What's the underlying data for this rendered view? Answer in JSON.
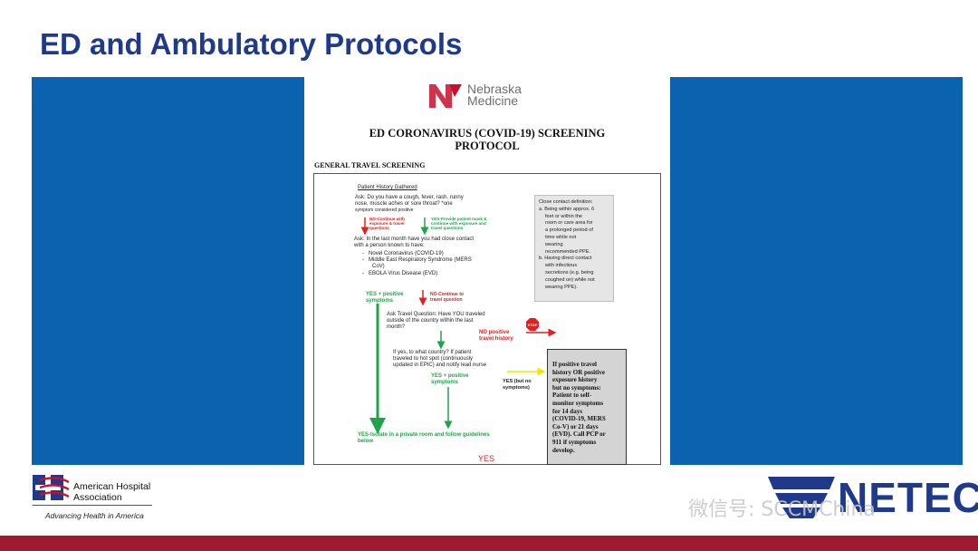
{
  "slide": {
    "title": "ED and Ambulatory Protocols"
  },
  "document": {
    "logo_text_line1": "Nebraska",
    "logo_text_line2": "Medicine",
    "title_line1": "ED CORONAVIRUS (COVID-19) SCREENING",
    "title_line2": "PROTOCOL",
    "section": "GENERAL TRAVEL SCREENING",
    "flow": {
      "header": "Patient History Gathered",
      "q1_line1": "Ask: Do you have a cough, fever, rash, runny",
      "q1_line2": "nose, muscle aches or sore throat? *one",
      "q1_line3": "symptom considered positive",
      "no_continue_1": "NO-Continue with",
      "no_continue_2": "exposure & travel",
      "no_continue_3": "questions",
      "yes_mask_1": "YES-Provide patient mask &",
      "yes_mask_2": "continue with exposure and",
      "yes_mask_3": "travel questions",
      "q2_line1": "Ask: In the last month have you had close contact",
      "q2_line2": "with a person known to have:",
      "disease_1": "Novel Coronavirus (COVID-19)",
      "disease_2": "Middle East Respiratory Syndrome (MERS",
      "disease_2b": "CoV)",
      "disease_3": "EBOLA Virus Disease (EVD)",
      "yes_positive_1": "YES + positive",
      "yes_positive_2": "symptoms",
      "no_travel_1": "NO-Continue to",
      "no_travel_2": "travel question",
      "q3_line1": "Ask Travel Question: Have YOU traveled",
      "q3_line2": "outside of the country within the last",
      "q3_line3": "month?",
      "stop_label": "STOP",
      "no_positive_1": "NO positive",
      "no_positive_2": "travel history",
      "q4_line1": "If yes, to what country? If patient",
      "q4_line2": "traveled to hot spot (continuously",
      "q4_line3": "updated in EPIC) and notify lead nurse",
      "yes_positive_b1": "YES + positive",
      "yes_positive_b2": "symptoms",
      "yes_but_1": "YES (but no",
      "yes_but_2": "symptoms)",
      "isolate_1": "YES-Isolate in a private room and follow guidelines",
      "isolate_2": "below",
      "yes_bottom": "YES"
    },
    "close_contact": {
      "l1": "Close contact definition:",
      "l2": "a. Being within approx. 6",
      "l3": "feet or within the",
      "l4": "room or care area for",
      "l5": "a prolonged period of",
      "l6": "time while not",
      "l7": "wearing",
      "l8": "recommended PPE.",
      "l9": "b. Having direct contact",
      "l10": "with infectious",
      "l11": "secretions (e.g. being",
      "l12": "coughed on) while not",
      "l13": "wearing PPE)."
    },
    "result": {
      "l1": "If positive travel",
      "l2": "history OR positive",
      "l3": "exposure history",
      "l4": "but no symptoms:",
      "l5": "Patient to self-",
      "l6": "monitor symptoms",
      "l7": "for 14 days",
      "l8": "(COVID-19, MERS",
      "l9": "Co-V) or 21 days",
      "l10": "(EVD). Call PCP or",
      "l11": "911 if symptoms",
      "l12": "develop."
    }
  },
  "footer": {
    "aha_line1": "American Hospital",
    "aha_line2": "Association",
    "aha_tagline": "Advancing Health in America",
    "netec": "NETEC",
    "watermark": "微信号: SCCMChina"
  },
  "colors": {
    "title": "#1f3a8a",
    "panel": "#0b62ae",
    "bottom_bar": "#9e1b32",
    "red": "#e02020",
    "green": "#22a34a",
    "yellow": "#f2e600"
  }
}
